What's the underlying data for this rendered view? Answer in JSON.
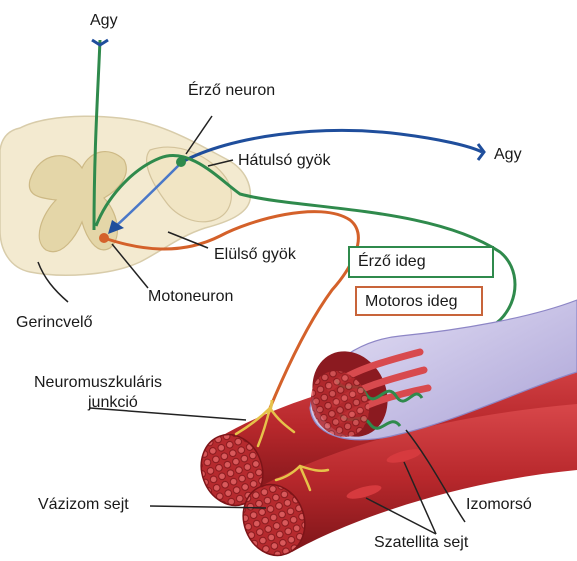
{
  "labels": {
    "agy_top": "Agy",
    "agy_right": "Agy",
    "erzo_neuron": "Érző neuron",
    "hatulso_gyok": "Hátulsó gyök",
    "elulso_gyok": "Elülső gyök",
    "erzo_ideg": "Érző ideg",
    "motoros_ideg": "Motoros ideg",
    "motoneuron": "Motoneuron",
    "gerincvelo": "Gerincvelő",
    "neuromuszkularis_1": "Neuromuszkuláris",
    "neuromuszkularis_2": "junkció",
    "vazizom_sejt": "Vázizom sejt",
    "izomorso": "Izomorsó",
    "szatellita_sejt": "Szatellita sejt"
  },
  "colors": {
    "sensory_pathway": "#2f8a4c",
    "motor_pathway": "#d4612a",
    "ascending_tract": "#1f4e9c",
    "axon_terminal": "#e6c24a",
    "spinal_cord": "#f3ead0",
    "gray_matter": "#e4d6a8",
    "muscle": "#b8282c",
    "spindle_sheath": "#c9c3e6"
  }
}
